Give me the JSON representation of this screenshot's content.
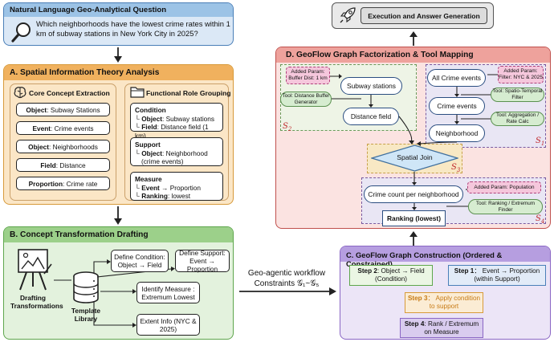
{
  "question": {
    "title": "Natural Language Geo-Analytical Question",
    "text": "Which neighborhoods have the lowest crime rates within 1 km of subway stations in New York City in 2025?"
  },
  "panel_a": {
    "title": "A. Spatial Information Theory Analysis",
    "core_title": "Core Concept Extraction",
    "core": [
      {
        "k": "Object",
        "v": ": Subway Stations"
      },
      {
        "k": "Event",
        "v": ": Crime events"
      },
      {
        "k": "Object",
        "v": ": Neighborhoods"
      },
      {
        "k": "Field",
        "v": ": Distance"
      },
      {
        "k": "Proportion",
        "v": ": Crime rate"
      }
    ],
    "role_title": "Functional Role Grouping",
    "condition": {
      "head": "Condition",
      "l1k": "Object",
      "l1v": ": Subway stations",
      "l2k": "Field",
      "l2v": ": Distance field (1 km)"
    },
    "support": {
      "head": "Support",
      "l1k": "Object",
      "l1v": ": Neighborhood",
      "l1b": "(crime events)"
    },
    "measure": {
      "head": "Measure",
      "l1k": "Event",
      "l1v": " → Proportion",
      "l2k": "Ranking",
      "l2v": ": lowest"
    },
    "branch": "└"
  },
  "panel_b": {
    "title": "B. Concept Transformation Drafting",
    "drafting": "Drafting Transformations",
    "library": "Template Library",
    "boxes": [
      "Define Condition: Object → Field",
      "Define Support: Event → Proportion",
      "Identify Measure : Extremum Lowest",
      "Extent Info (NYC & 2025)"
    ]
  },
  "workflow": {
    "line1": "Geo-agentic workflow",
    "line2": "Constraints 𝒢₁~𝒢₅"
  },
  "execution": {
    "label": "Execution and Answer Generation"
  },
  "panel_d": {
    "title": "D. GeoFlow Graph Factorization & Tool Mapping",
    "s2": {
      "param": "Added Param: Buffer Dist: 1 km",
      "tool": "Tool: Distance Buffer Generator",
      "subway": "Subway stations",
      "distance": "Distance field",
      "label": "S",
      "sub": "2"
    },
    "s1": {
      "all": "All Crime events",
      "param": "Added Param: Filter: NYC & 2025",
      "tool1": "Tool: Spatio-Temporal Filter",
      "crime": "Crime events",
      "tool2": "Tool: Aggregation / Rate Calc",
      "neighborhood": "Neighborhood",
      "label": "S",
      "sub": "1"
    },
    "s3": {
      "join": "Spatial Join",
      "label": "S",
      "sub": "3"
    },
    "s4": {
      "count": "Crime count per neighborhood",
      "param": "Added Param: Population",
      "tool": "Tool: Ranking / Extremum Finder",
      "ranking": "Ranking (lowest)",
      "label": "S",
      "sub": "4"
    }
  },
  "panel_c": {
    "title": "C. GeoFlow Graph Construction (Ordered & Constrained)",
    "step2": {
      "k": "Step 2",
      "v": ": Object → Field",
      "b": "(Condition)"
    },
    "step1": {
      "k": "Step 1",
      "v": "： Event → Proportion",
      "b": "(within Support)"
    },
    "step3": {
      "k": "Step 3",
      "v": "： Apply condition",
      "b": "to support"
    },
    "step4": {
      "k": "Step 4",
      "v": ": Rank / Extremum",
      "b": "on Measure"
    }
  },
  "colors": {
    "blue_head": "#9cc3e6",
    "blue_body": "#dbe8f6",
    "orange_head": "#f0b15e",
    "orange_body": "#fbe6c6",
    "green_head": "#9cd08a",
    "green_body": "#e3f2dd",
    "red_head": "#eea29c",
    "red_body": "#fbe3e1",
    "purple_head": "#b69ee0",
    "purple_body": "#ece5f7"
  }
}
